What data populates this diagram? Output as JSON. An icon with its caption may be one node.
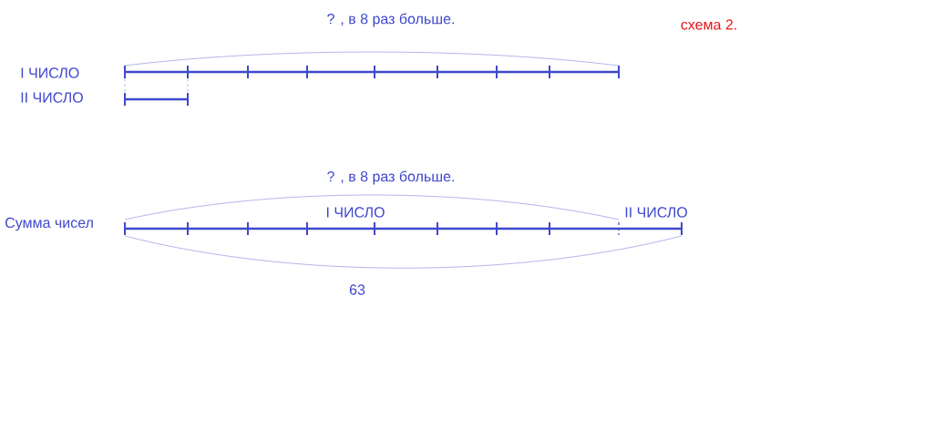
{
  "diagram": {
    "labels": [
      "? ,  в 8 раз больше.",
      "схема  2.",
      "I ЧИСЛО",
      "II ЧИСЛО",
      "? ,  в 8 раз больше.",
      "Сумма чисел",
      "I ЧИСЛО",
      "II ЧИСЛО",
      "63"
    ]
  }
}
